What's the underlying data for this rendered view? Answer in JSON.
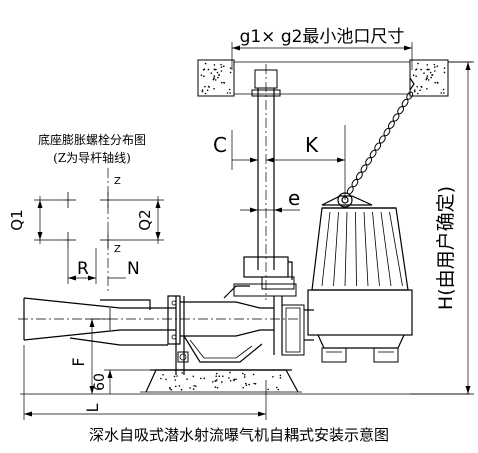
{
  "title": "深水自吸式潜水射流曝气机自耦式安装示意图",
  "top_dimension_label": "g1× g2最小池口尺寸",
  "height_label": "H(由用户确定)",
  "inset": {
    "title": "底座膨胀螺栓分布图",
    "subtitle": "(Z为导杆轴线)",
    "z_label_top": "Z",
    "z_label_mid": "Z",
    "q1": "Q1",
    "q2": "Q2",
    "r": "R",
    "n": "N"
  },
  "labels": {
    "c": "C",
    "k": "K",
    "e": "e",
    "f": "F",
    "h60": "60",
    "l": "L"
  }
}
